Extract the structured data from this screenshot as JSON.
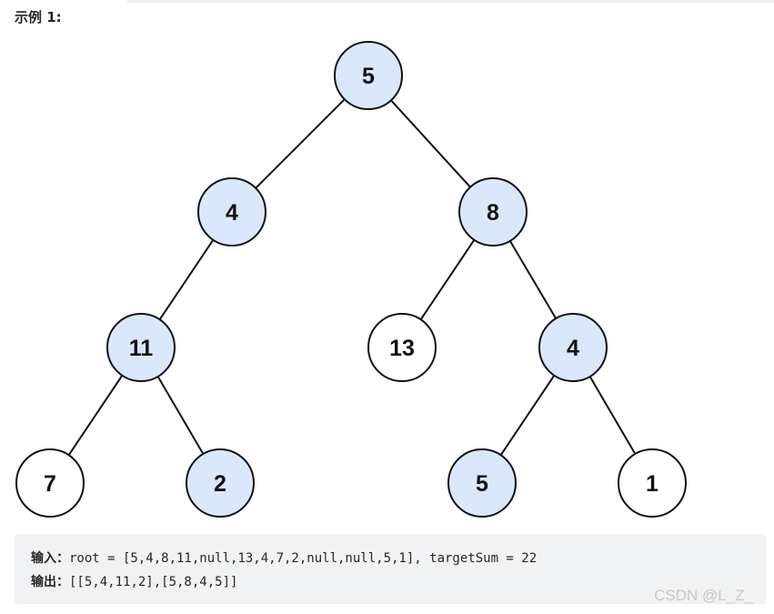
{
  "heading": "示例 1:",
  "tree": {
    "nodes": [
      {
        "id": "n5root",
        "label": "5",
        "filled": true
      },
      {
        "id": "n4a",
        "label": "4",
        "filled": true
      },
      {
        "id": "n8",
        "label": "8",
        "filled": true
      },
      {
        "id": "n11",
        "label": "11",
        "filled": true
      },
      {
        "id": "n13",
        "label": "13",
        "filled": false
      },
      {
        "id": "n4b",
        "label": "4",
        "filled": true
      },
      {
        "id": "n7",
        "label": "7",
        "filled": false
      },
      {
        "id": "n2",
        "label": "2",
        "filled": true
      },
      {
        "id": "n5leaf",
        "label": "5",
        "filled": true
      },
      {
        "id": "n1",
        "label": "1",
        "filled": false
      }
    ],
    "edges": [
      [
        "n5root",
        "n4a"
      ],
      [
        "n5root",
        "n8"
      ],
      [
        "n4a",
        "n11"
      ],
      [
        "n8",
        "n13"
      ],
      [
        "n8",
        "n4b"
      ],
      [
        "n11",
        "n7"
      ],
      [
        "n11",
        "n2"
      ],
      [
        "n4b",
        "n5leaf"
      ],
      [
        "n4b",
        "n1"
      ]
    ],
    "colors": {
      "filled": "#dae8fc",
      "empty": "#ffffff",
      "stroke": "#111111"
    }
  },
  "example": {
    "input_label": "输入：",
    "input_value": "root = [5,4,8,11,null,13,4,7,2,null,null,5,1], targetSum = 22",
    "output_label": "输出：",
    "output_value": "[[5,4,11,2],[5,8,4,5]]"
  },
  "watermark": "CSDN @L_Z_"
}
